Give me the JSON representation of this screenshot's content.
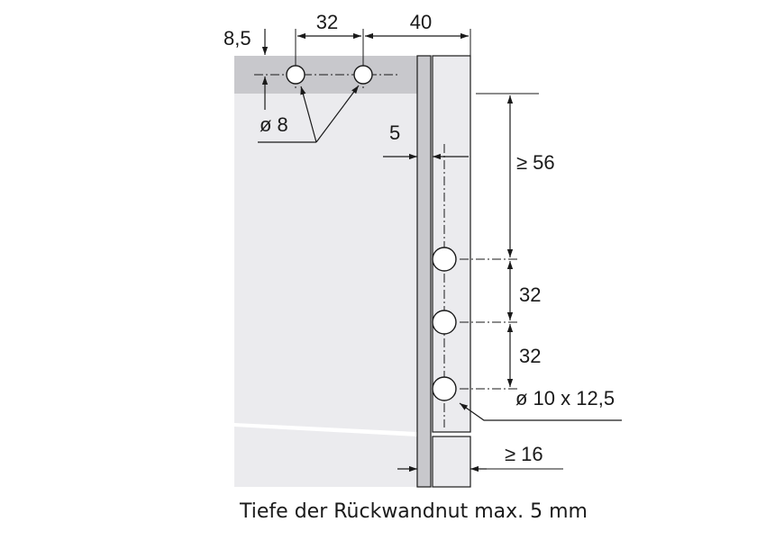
{
  "dimensions": {
    "top_edge_offset": "8,5",
    "top_hole_spacing": "32",
    "top_panel_width": "40",
    "top_hole_diameter": "ø 8",
    "back_groove_depth": "5",
    "min_top_distance": "≥ 56",
    "side_hole_spacing_1": "32",
    "side_hole_spacing_2": "32",
    "side_hole_size": "ø 10 x 12,5",
    "min_front_distance": "≥ 16"
  },
  "caption": "Tiefe der Rückwandnut max. 5 mm",
  "colors": {
    "panel_dark": "#c8c8cc",
    "panel_light": "#ebebee",
    "line": "#1a1a1a"
  }
}
